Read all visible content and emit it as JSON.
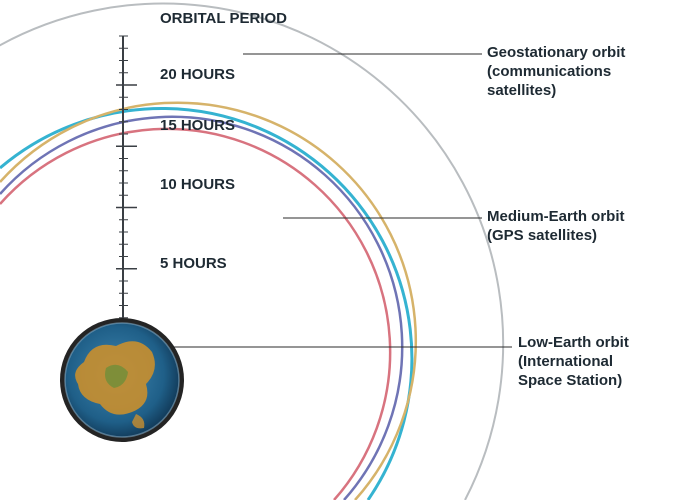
{
  "scale": {
    "title": "ORBITAL PERIOD",
    "max_hours": 24,
    "ticks": [
      {
        "hours": 20,
        "label": "20 HOURS"
      },
      {
        "hours": 15,
        "label": "15 HOURS"
      },
      {
        "hours": 10,
        "label": "10 HOURS"
      },
      {
        "hours": 5,
        "label": "5 HOURS"
      }
    ]
  },
  "orbits": {
    "geostationary": {
      "lines": [
        "Geostationary orbit",
        "(communications",
        "satellites)"
      ],
      "color": "#b9bdc0"
    },
    "medium_earth": {
      "lines": [
        "Medium-Earth orbit",
        "(GPS satellites)"
      ],
      "colors": [
        "#35b3d1",
        "#d6b36a",
        "#6f74b5",
        "#d8737f"
      ]
    },
    "low_earth": {
      "lines": [
        "Low-Earth orbit",
        "(International",
        "Space Station)"
      ]
    }
  },
  "colors": {
    "text": "#1e2a33",
    "axis": "#3a3f44",
    "leader": "#2b2b2b",
    "earth_ocean": "#1f5f88",
    "earth_land": "#c98f2e",
    "earth_rim": "#242424"
  }
}
